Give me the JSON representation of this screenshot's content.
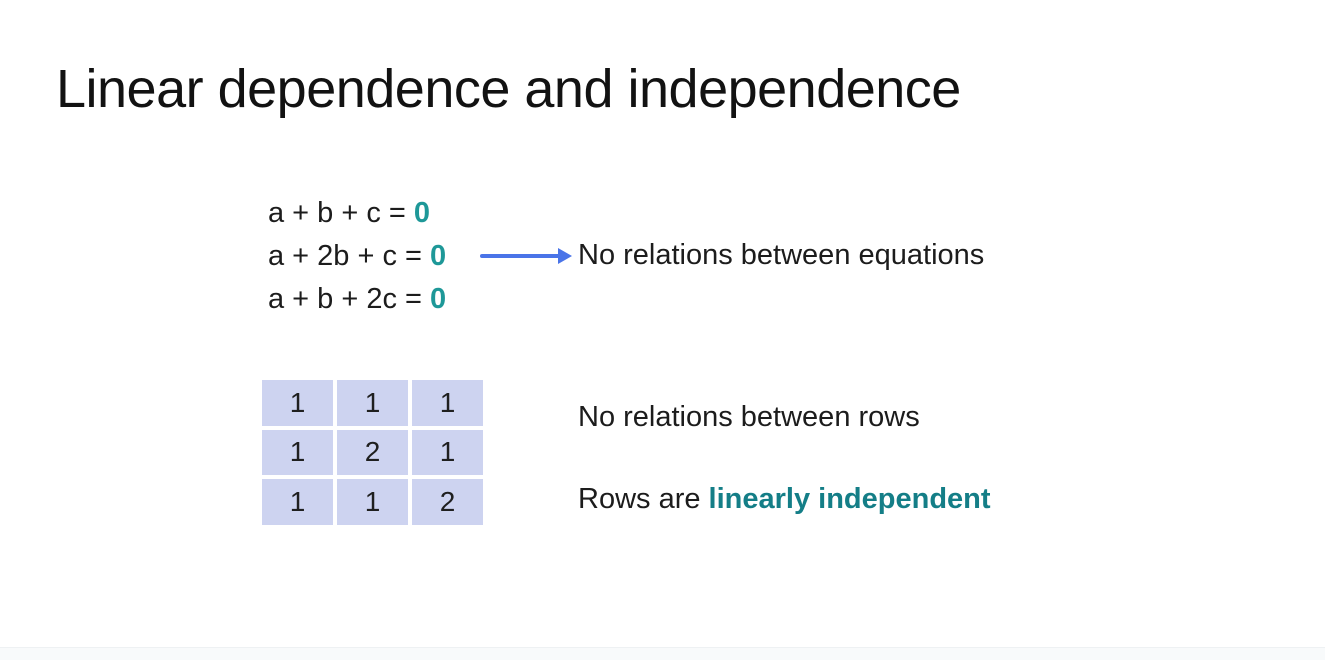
{
  "slide": {
    "title": "Linear dependence and independence",
    "equations": {
      "lines": [
        {
          "lhs": "a + b + c = ",
          "rhs": "0"
        },
        {
          "lhs": "a + 2b + c = ",
          "rhs": "0"
        },
        {
          "lhs": "a + b + 2c = ",
          "rhs": "0"
        }
      ],
      "annotation": "No relations between equations"
    },
    "matrix": {
      "rows": [
        [
          "1",
          "1",
          "1"
        ],
        [
          "1",
          "2",
          "1"
        ],
        [
          "1",
          "1",
          "2"
        ]
      ],
      "annotation_rows": "No relations between rows",
      "conclusion_prefix": "Rows are ",
      "conclusion_highlight": "linearly independent"
    },
    "colors": {
      "teal_zero": "#1e9898",
      "teal_highlight": "#147e87",
      "arrow_blue": "#4a74e8",
      "matrix_cell_bg": "#cdd3f0",
      "text": "#1c1c1c",
      "background": "#ffffff"
    }
  }
}
